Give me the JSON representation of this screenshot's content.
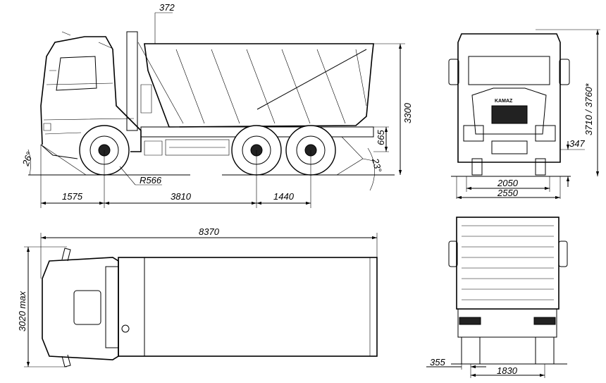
{
  "title": "Dump truck 6x4 dimensional drawing",
  "side_view": {
    "dims": {
      "top_offset": "372",
      "body_height": "3300",
      "frame_height": "665",
      "approach_angle": "26°",
      "departure_angle": "23°",
      "wheel_radius": "R566",
      "front_overhang": "1575",
      "wheelbase": "3810",
      "rear_axle_spacing": "1440"
    }
  },
  "front_view": {
    "brand": "KAMAZ",
    "dims": {
      "height": "3710  /  3760*",
      "ground_clearance": "347",
      "track": "2050",
      "width": "2550"
    }
  },
  "top_view": {
    "dims": {
      "length": "8370",
      "max_width": "3020 max"
    }
  },
  "rear_view": {
    "dims": {
      "tire_offset": "355",
      "rear_track": "1830"
    }
  }
}
